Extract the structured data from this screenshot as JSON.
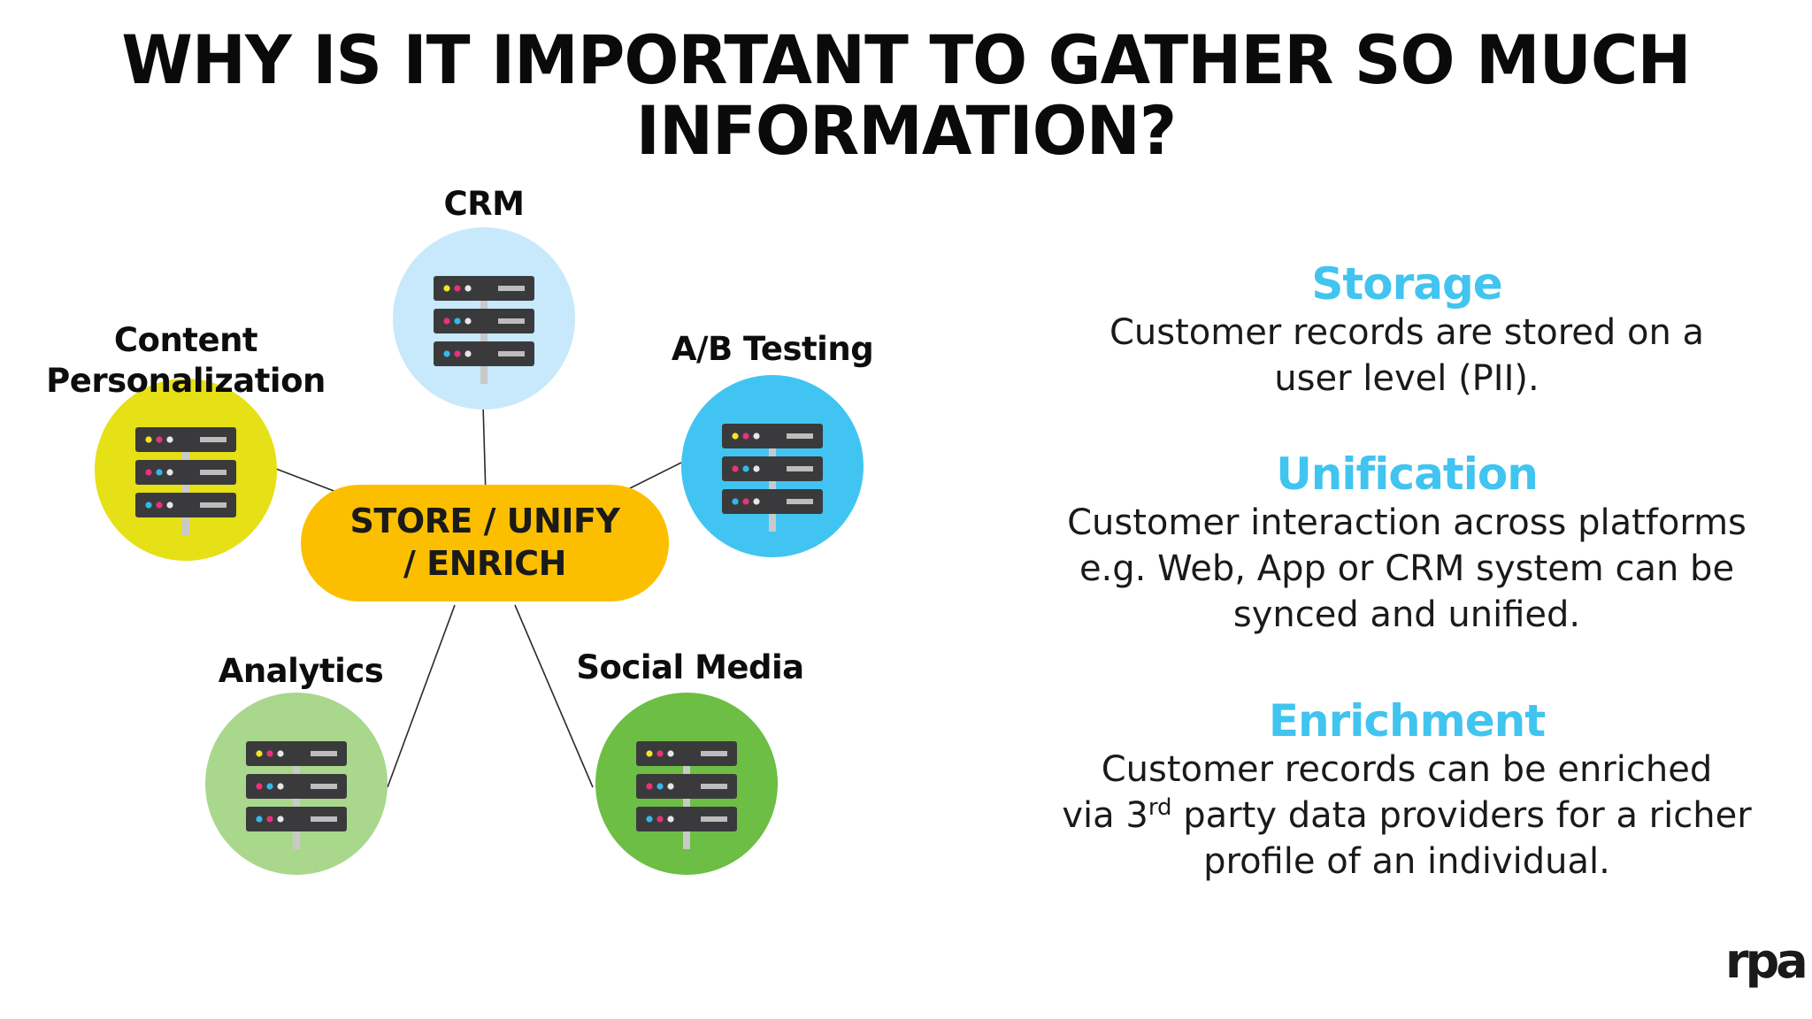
{
  "title": {
    "line1": "WHY IS IT IMPORTANT TO GATHER SO MUCH",
    "line2": "INFORMATION?"
  },
  "hub": {
    "line1": "STORE / UNIFY",
    "line2": "/ ENRICH",
    "color": "#fcbf00"
  },
  "nodes": [
    {
      "id": "crm",
      "label": "CRM",
      "color": "#c7e9fb",
      "icon": "server-rack-icon"
    },
    {
      "id": "ab",
      "label": "A/B Testing",
      "color": "#41c4f2",
      "icon": "server-rack-icon"
    },
    {
      "id": "content",
      "label_line1": "Content",
      "label_line2": "Personalization",
      "color": "#e6e016",
      "icon": "server-rack-icon"
    },
    {
      "id": "analytics",
      "label": "Analytics",
      "color": "#a9d78c",
      "icon": "server-rack-icon"
    },
    {
      "id": "social",
      "label": "Social Media",
      "color": "#6cbe45",
      "icon": "server-rack-icon"
    }
  ],
  "sections": [
    {
      "heading": "Storage",
      "lines": [
        "Customer records are stored on a",
        "user level (PII)."
      ]
    },
    {
      "heading": "Unification",
      "lines": [
        "Customer interaction across platforms",
        "e.g. Web, App or CRM system can be",
        "synced and unified."
      ]
    },
    {
      "heading": "Enrichment",
      "line1_pre": "Customer records can be enriched",
      "line2_pre": "via 3",
      "line2_sup": "rd",
      "line2_post": " party data providers for a richer",
      "line3": "profile of an individual."
    }
  ],
  "colors": {
    "heading_accent": "#41c4ef",
    "server_body": "#3a3a3c",
    "dot_yellow": "#f5e425",
    "dot_magenta": "#e9327a",
    "dot_cyan": "#33b8ec"
  },
  "logo": {
    "text": "rpa"
  }
}
